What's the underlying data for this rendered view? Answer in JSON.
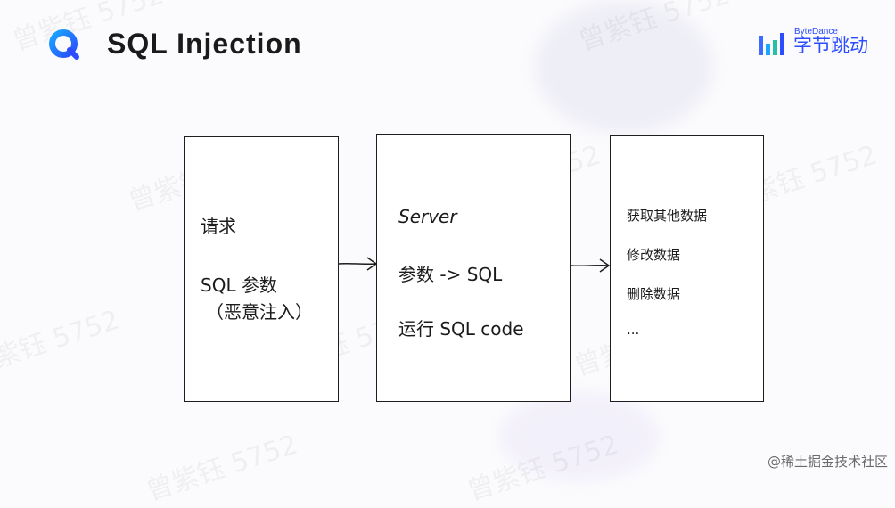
{
  "title": "SQL Injection",
  "brand": {
    "en": "ByteDance",
    "cn": "字节跳动",
    "color": "#2b4cff"
  },
  "watermark": "曾紫钰 5752",
  "boxes": [
    {
      "lines": [
        "请求",
        "SQL 参数",
        "（恶意注入）"
      ]
    },
    {
      "lines": [
        "Server",
        "参数 -> SQL",
        "运行 SQL code"
      ]
    },
    {
      "lines": [
        "获取其他数据",
        "修改数据",
        "删除数据",
        "..."
      ]
    }
  ],
  "footer": "@稀土掘金技术社区",
  "icons": [
    "q-logo-icon",
    "bytedance-bars-icon",
    "arrow-right-icon"
  ]
}
